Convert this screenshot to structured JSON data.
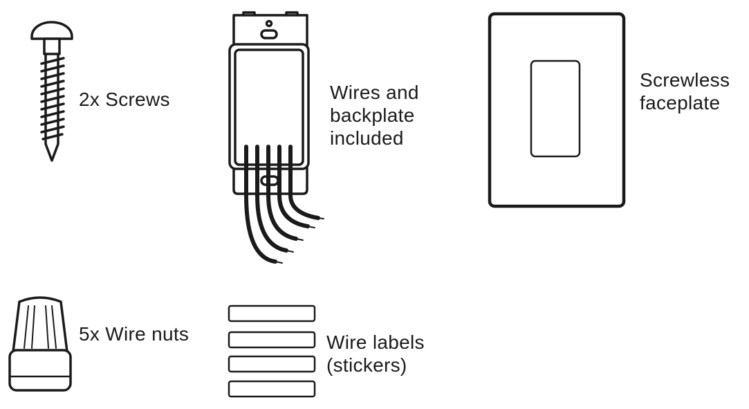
{
  "items": {
    "screws": {
      "label": [
        "2x Screws"
      ]
    },
    "switch": {
      "label": [
        "Wires and",
        "backplate",
        "included"
      ]
    },
    "faceplate": {
      "label": [
        "Screwless",
        "faceplate"
      ]
    },
    "wire_nuts": {
      "label": [
        "5x Wire nuts"
      ]
    },
    "wire_labels": {
      "label": [
        "Wire labels",
        "(stickers)"
      ]
    }
  },
  "colors": {
    "stroke": "#1a1a1a",
    "background": "#ffffff"
  },
  "icons": [
    "screw-icon",
    "smart-switch-icon",
    "faceplate-icon",
    "wire-nut-icon",
    "wire-label-sticker-icon"
  ]
}
